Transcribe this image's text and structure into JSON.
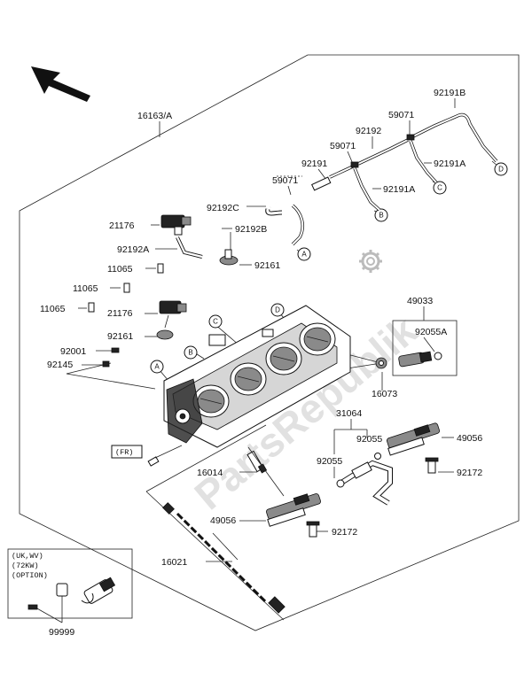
{
  "watermark": "PartsRepublik",
  "labels": {
    "p16163A": "16163/A",
    "p92191B": "92191B",
    "p59071a": "59071",
    "p59071b": "59071",
    "p59071c": "59071",
    "p92192": "92192",
    "p92191": "92191",
    "p92191A_1": "92191A",
    "p92191A_2": "92191A",
    "p92192C": "92192C",
    "p21176a": "21176",
    "p92192B": "92192B",
    "p92192A": "92192A",
    "p92161a": "92161",
    "p11065a": "11065",
    "p11065b": "11065",
    "p11065c": "11065",
    "p21176b": "21176",
    "p92161b": "92161",
    "p92001": "92001",
    "p92145": "92145",
    "p49033": "49033",
    "p92055A": "92055A",
    "p16073": "16073",
    "p31064": "31064",
    "p92055a": "92055",
    "p92055b": "92055",
    "p49056a": "49056",
    "p49056b": "49056",
    "p92172a": "92172",
    "p92172b": "92172",
    "p16014": "16014",
    "p16021": "16021",
    "p99999": "99999"
  },
  "callouts": {
    "A1": "A",
    "A2": "A",
    "B1": "B",
    "B2": "B",
    "C1": "C",
    "C2": "C",
    "D1": "D",
    "D2": "D"
  },
  "front_tag": "(FR)",
  "option_box": {
    "line1": "(UK,WV)",
    "line2": "(72KW)",
    "line3": "(OPTION)"
  },
  "icons": {
    "direction": "front-direction-arrow-icon",
    "gear": "gear-logo-icon"
  }
}
